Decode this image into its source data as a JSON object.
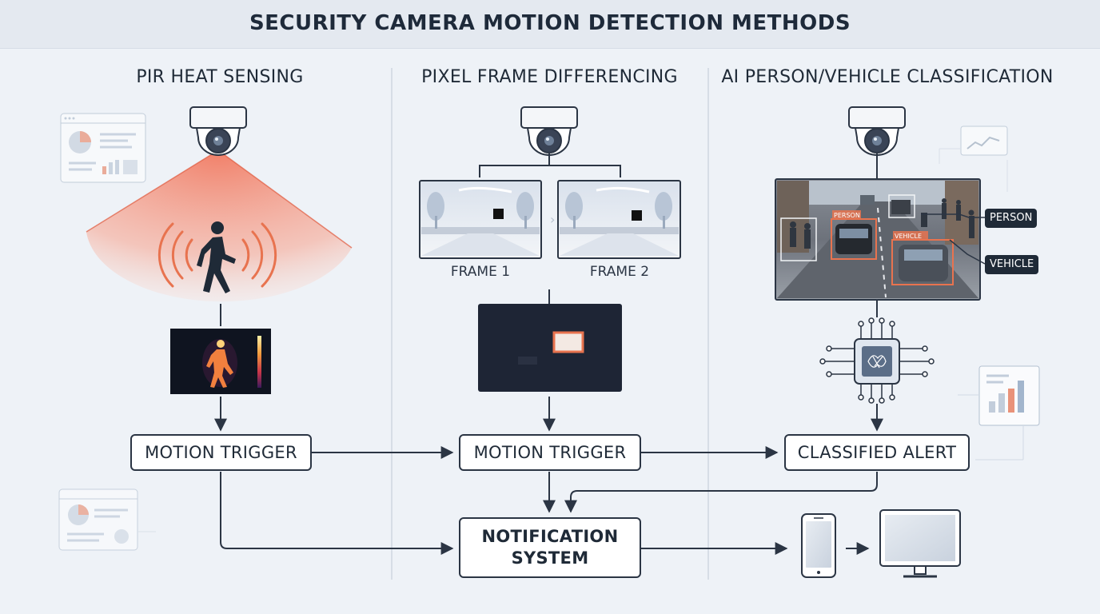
{
  "title": "SECURITY CAMERA MOTION DETECTION METHODS",
  "columns": {
    "pir": {
      "title": "PIR HEAT SENSING"
    },
    "pixel": {
      "title": "PIXEL FRAME DIFFERENCING"
    },
    "ai": {
      "title": "AI PERSON/VEHICLE CLASSIFICATION"
    }
  },
  "frames": {
    "frame1": "FRAME 1",
    "frame2": "FRAME 2"
  },
  "boxes": {
    "motion_trigger_pir": "MOTION TRIGGER",
    "motion_trigger_pixel": "MOTION TRIGGER",
    "classified_alert": "CLASSIFIED ALERT",
    "notification_line1": "NOTIFICATION",
    "notification_line2": "SYSTEM"
  },
  "tags": {
    "person": "PERSON",
    "vehicle": "VEHICLE"
  },
  "image_labels": {
    "person_box": "PERSON",
    "vehicle_box": "VEHICLE"
  },
  "colors": {
    "accent": "#e8734f",
    "dark": "#1f2a37",
    "background": "#eef2f7",
    "heat": "#f28a6a"
  }
}
